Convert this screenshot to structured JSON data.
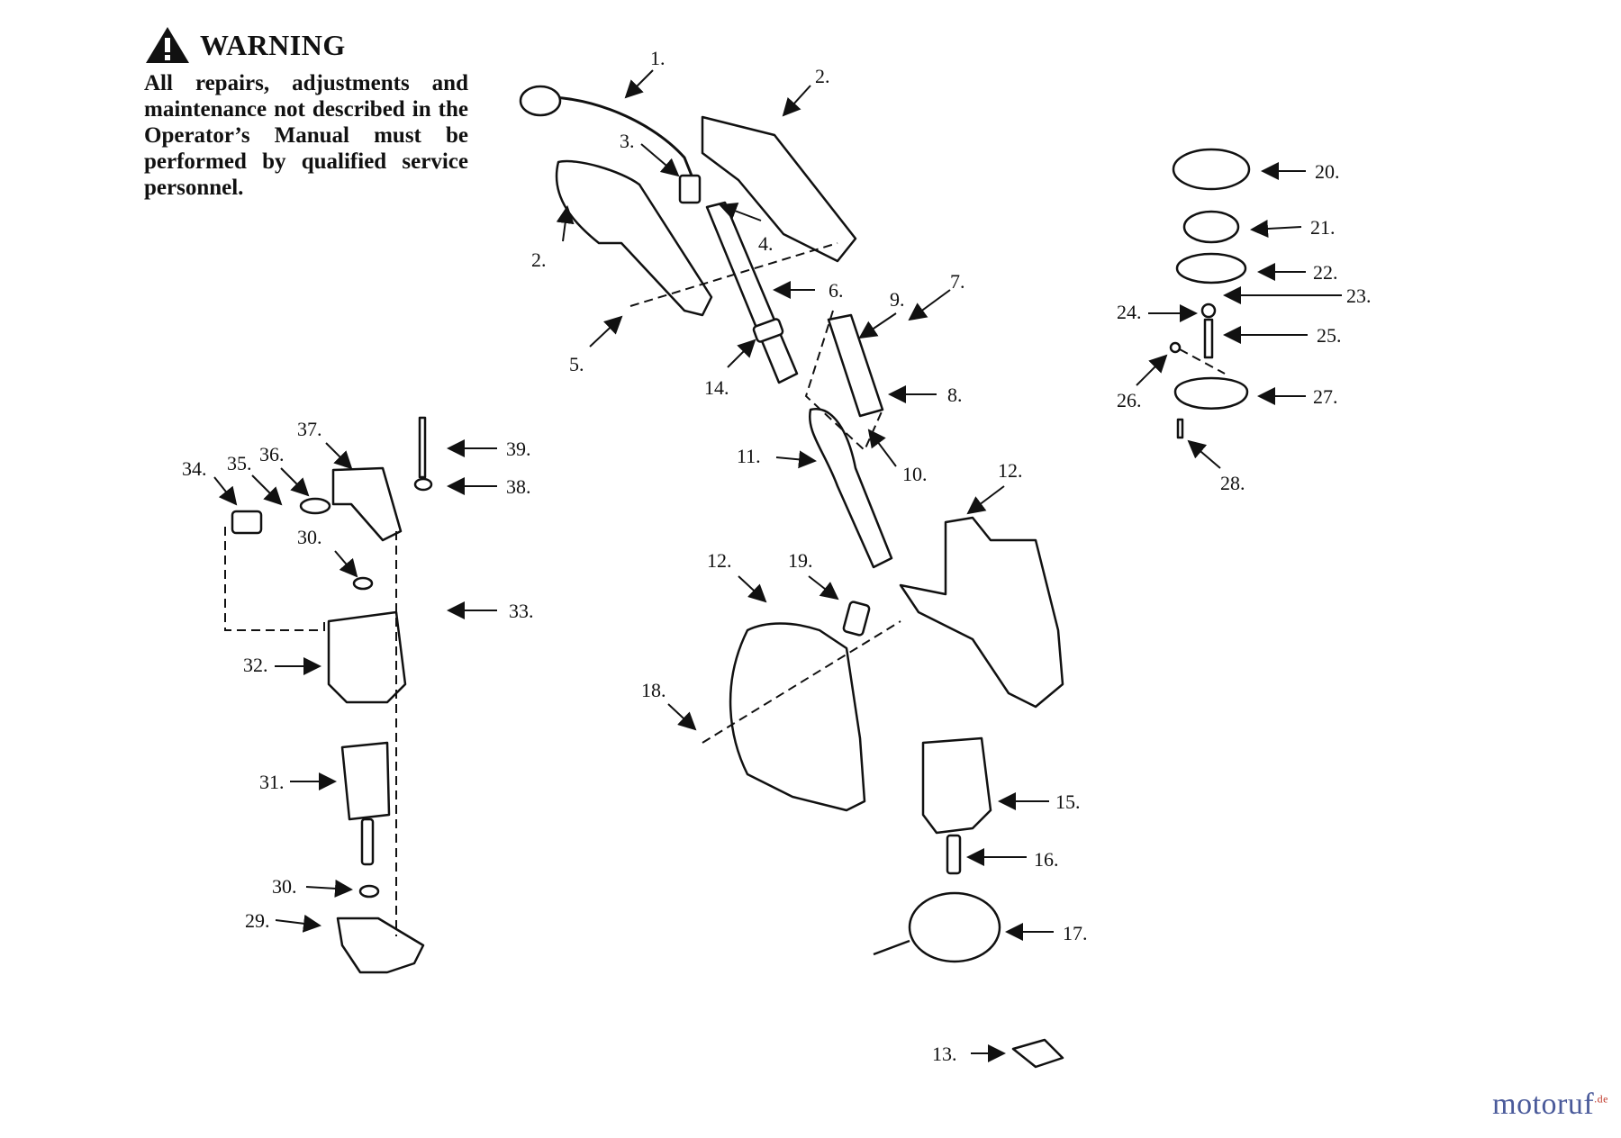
{
  "warning": {
    "title": "WARNING",
    "text": "All repairs, adjustments and maintenance not described in the Operator’s Manual must be performed by qualified service personnel."
  },
  "callouts": [
    {
      "id": "c1",
      "label": "1."
    },
    {
      "id": "c2a",
      "label": "2."
    },
    {
      "id": "c2b",
      "label": "2."
    },
    {
      "id": "c3",
      "label": "3."
    },
    {
      "id": "c4",
      "label": "4."
    },
    {
      "id": "c5",
      "label": "5."
    },
    {
      "id": "c6",
      "label": "6."
    },
    {
      "id": "c7",
      "label": "7."
    },
    {
      "id": "c8",
      "label": "8."
    },
    {
      "id": "c9",
      "label": "9."
    },
    {
      "id": "c10",
      "label": "10."
    },
    {
      "id": "c11",
      "label": "11."
    },
    {
      "id": "c12a",
      "label": "12."
    },
    {
      "id": "c12b",
      "label": "12."
    },
    {
      "id": "c13",
      "label": "13."
    },
    {
      "id": "c14",
      "label": "14."
    },
    {
      "id": "c15",
      "label": "15."
    },
    {
      "id": "c16",
      "label": "16."
    },
    {
      "id": "c17",
      "label": "17."
    },
    {
      "id": "c18",
      "label": "18."
    },
    {
      "id": "c19",
      "label": "19."
    },
    {
      "id": "c20",
      "label": "20."
    },
    {
      "id": "c21",
      "label": "21."
    },
    {
      "id": "c22",
      "label": "22."
    },
    {
      "id": "c23",
      "label": "23."
    },
    {
      "id": "c24",
      "label": "24."
    },
    {
      "id": "c25",
      "label": "25."
    },
    {
      "id": "c26",
      "label": "26."
    },
    {
      "id": "c27",
      "label": "27."
    },
    {
      "id": "c28",
      "label": "28."
    },
    {
      "id": "c29",
      "label": "29."
    },
    {
      "id": "c30a",
      "label": "30."
    },
    {
      "id": "c30b",
      "label": "30."
    },
    {
      "id": "c31",
      "label": "31."
    },
    {
      "id": "c32",
      "label": "32."
    },
    {
      "id": "c33",
      "label": "33."
    },
    {
      "id": "c34",
      "label": "34."
    },
    {
      "id": "c35",
      "label": "35."
    },
    {
      "id": "c36",
      "label": "36."
    },
    {
      "id": "c37",
      "label": "37."
    },
    {
      "id": "c38",
      "label": "38."
    },
    {
      "id": "c39",
      "label": "39."
    }
  ],
  "brand": {
    "name": "motoruf",
    "suffix": ".de",
    "color_primary": "#4a5a9a",
    "color_accent": "#c0392b"
  }
}
